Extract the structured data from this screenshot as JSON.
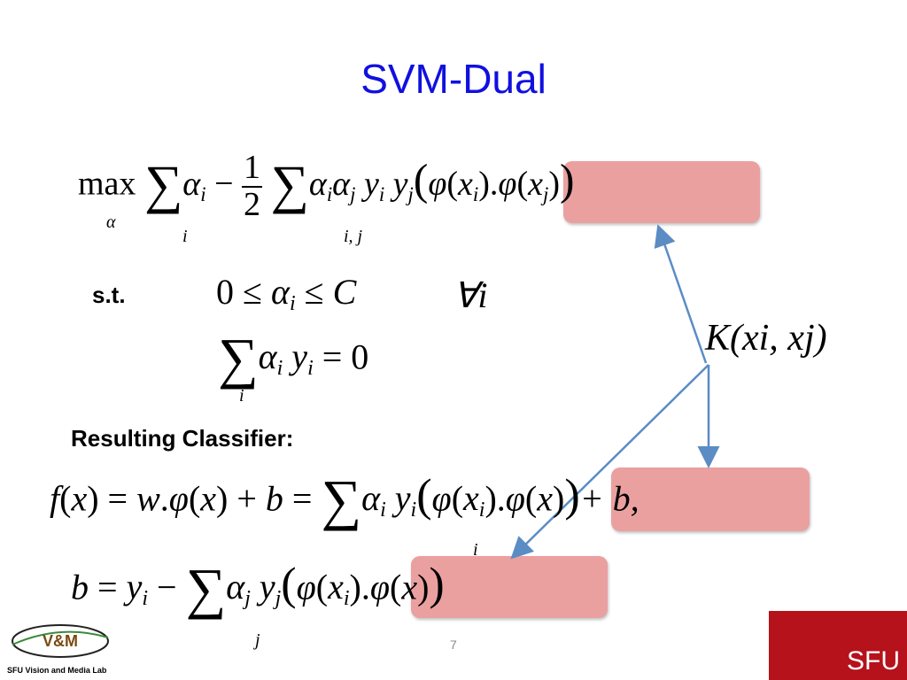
{
  "slide": {
    "title": "SVM-Dual",
    "constraint_label": "s.t.",
    "classifier_label": "Resulting Classifier:",
    "page_number": "7"
  },
  "equations": {
    "max_op": "max",
    "max_sub": "α",
    "sum_index_i": "i",
    "sum_index_ij": "i, j",
    "sum_index_j": "j",
    "half_num": "1",
    "half_den": "2",
    "forall": "∀i",
    "kernel": "K(xi, xj)",
    "b_suffix": "+ b,"
  },
  "branding": {
    "lab_logo": "V&M",
    "lab_name": "SFU Vision and Media Lab",
    "university": "SFU"
  },
  "colors": {
    "title": "#1010e0",
    "highlight": "#eba0a0",
    "arrow": "#5b8cc4",
    "sfu_red": "#b5121b"
  }
}
